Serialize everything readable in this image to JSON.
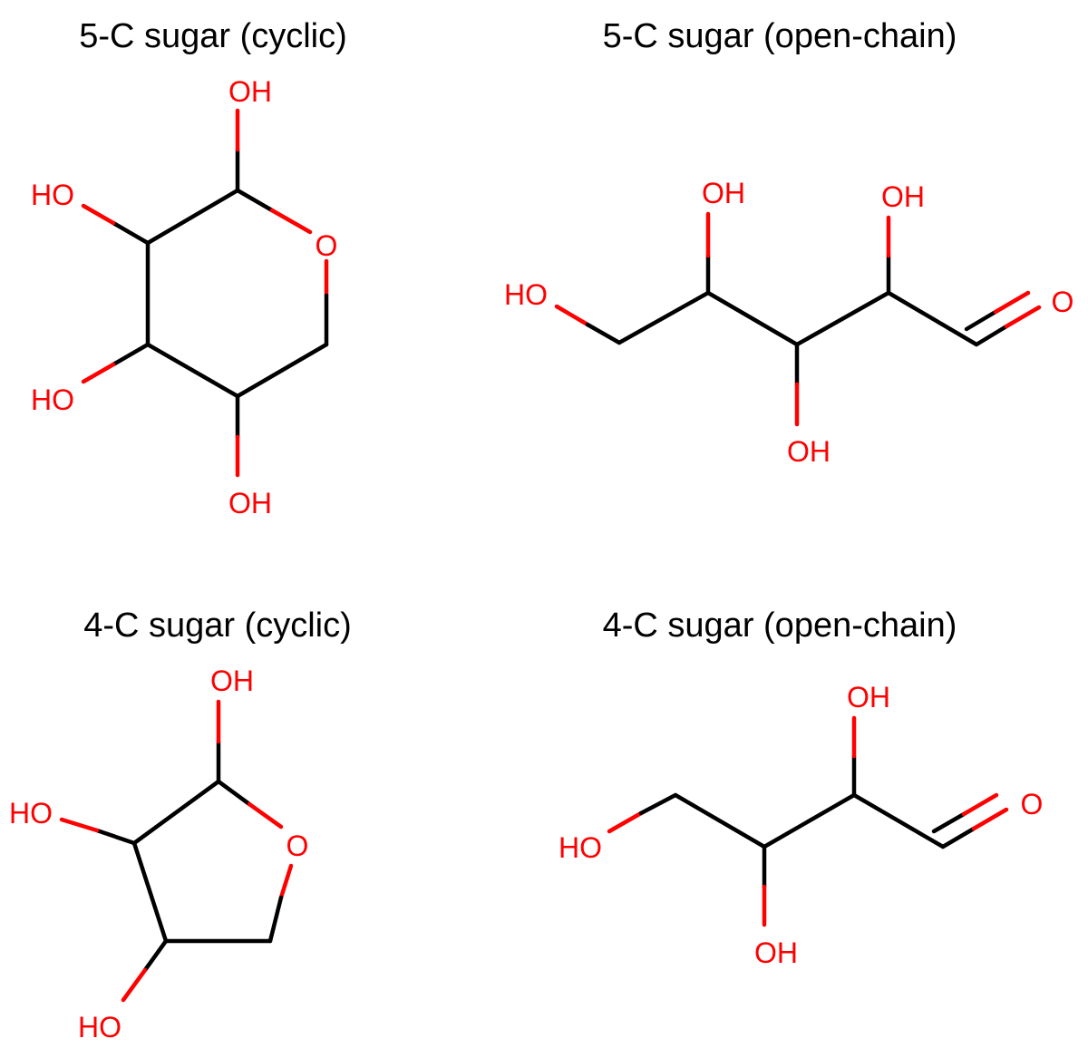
{
  "colors": {
    "carbon_bond": "#000000",
    "oxygen": "#ff0000",
    "title_text": "#000000",
    "background": "#ffffff"
  },
  "panels": [
    {
      "id": "cyclic-5c",
      "title": "5-C sugar (cyclic)",
      "labels": [
        "OH",
        "HO",
        "O",
        "HO",
        "OH"
      ]
    },
    {
      "id": "open-5c",
      "title": "5-C sugar (open-chain)",
      "labels": [
        "OH",
        "OH",
        "HO",
        "O",
        "OH"
      ]
    },
    {
      "id": "cyclic-4c",
      "title": "4-C sugar (cyclic)",
      "labels": [
        "OH",
        "HO",
        "O",
        "HO"
      ]
    },
    {
      "id": "open-4c",
      "title": "4-C sugar (open-chain)",
      "labels": [
        "OH",
        "O",
        "HO",
        "OH"
      ]
    }
  ]
}
